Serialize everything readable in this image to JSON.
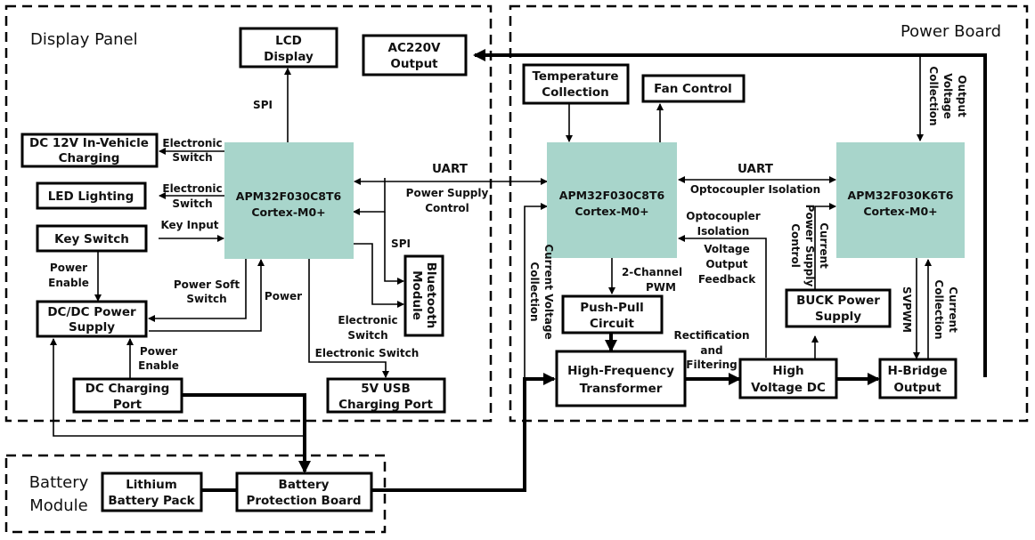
{
  "regions": {
    "display_panel": "Display Panel",
    "power_board": "Power Board",
    "battery_module": [
      "Battery",
      "Module"
    ]
  },
  "colors": {
    "mcu_fill": "#a8d5cb",
    "line": "#000000"
  },
  "blocks": {
    "lcd_display": [
      "LCD",
      "Display"
    ],
    "ac220v_output": [
      "AC220V",
      "Output"
    ],
    "dc12v_charging": [
      "DC 12V In-Vehicle",
      "Charging"
    ],
    "led_lighting": [
      "LED Lighting"
    ],
    "key_switch": [
      "Key Switch"
    ],
    "dcdc_power": [
      "DC/DC Power",
      "Supply"
    ],
    "dc_charging_port": [
      "DC Charging",
      "Port"
    ],
    "usb_port": [
      "5V USB",
      "Charging Port"
    ],
    "bluetooth": [
      "Bluetooth",
      "Module"
    ],
    "mcu_display": [
      "APM32F030C8T6",
      "Cortex-M0+"
    ],
    "temperature": [
      "Temperature",
      "Collection"
    ],
    "fan_control": [
      "Fan Control"
    ],
    "mcu_power1": [
      "APM32F030C8T6",
      "Cortex-M0+"
    ],
    "mcu_power2": [
      "APM32F030K6T6",
      "Cortex-M0+"
    ],
    "push_pull": [
      "Push-Pull",
      "Circuit"
    ],
    "hf_transformer": [
      "High-Frequency",
      "Transformer"
    ],
    "high_voltage_dc": [
      "High",
      "Voltage DC"
    ],
    "hbridge": [
      "H-Bridge",
      "Output"
    ],
    "buck": [
      "BUCK Power",
      "Supply"
    ],
    "lithium": [
      "Lithium",
      "Battery Pack"
    ],
    "protection": [
      "Battery",
      "Protection Board"
    ]
  },
  "labels": {
    "spi_lcd": "SPI",
    "elec_sw_12v": [
      "Electronic",
      "Switch"
    ],
    "elec_sw_led": [
      "Electronic",
      "Switch"
    ],
    "key_input": "Key Input",
    "power_enable_key": [
      "Power",
      "Enable"
    ],
    "power_soft_switch": [
      "Power Soft",
      "Switch"
    ],
    "power": "Power",
    "power_enable_dc": [
      "Power",
      "Enable"
    ],
    "spi_bt": "SPI",
    "elec_sw_bt": [
      "Electronic",
      "Switch"
    ],
    "elec_sw_usb": "Electronic Switch",
    "uart_left": "UART",
    "power_supply_control": [
      "Power Supply",
      "Control"
    ],
    "uart_right": "UART",
    "opto_isolation": "Optocoupler Isolation",
    "opto_isolation2": [
      "Optocoupler",
      "Isolation"
    ],
    "voltage_feedback": [
      "Voltage",
      "Output",
      "Feedback"
    ],
    "two_channel_pwm": [
      "2-Channel",
      "PWM"
    ],
    "rect_filter": [
      "Rectification",
      "and",
      "Filtering"
    ],
    "current_voltage_collection": [
      "Current Voltage",
      "Collection"
    ],
    "current_ps_control": [
      "Current",
      "Power Supply",
      "Control"
    ],
    "output_voltage_collection": [
      "Output",
      "Voltage",
      "Collection"
    ],
    "svpwm": "SVPWM",
    "current_collection": [
      "Current",
      "Collection"
    ]
  }
}
